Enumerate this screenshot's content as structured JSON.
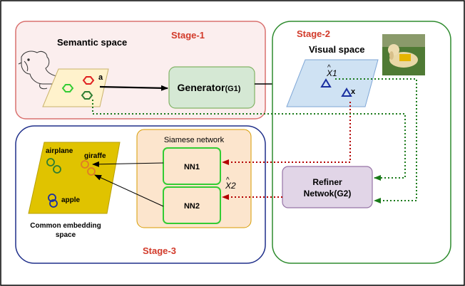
{
  "stages": {
    "stage1": "Stage-1",
    "stage2": "Stage-2",
    "stage3": "Stage-3"
  },
  "semantic_space": {
    "title": "Semantic space",
    "point_label": "a"
  },
  "generator": {
    "label": "Generator",
    "suffix": "(G1)"
  },
  "visual_space": {
    "title": "Visual space",
    "xhat1_base": "X",
    "xhat1_sub": "1",
    "x_label": "x"
  },
  "siamese": {
    "title": "Siamese network",
    "nn1": "NN1",
    "nn2": "NN2",
    "xhat2_base": "X",
    "xhat2_sub": "2"
  },
  "refiner": {
    "line1": "Refiner",
    "line2": "Netwok(G2)"
  },
  "embedding": {
    "labels": [
      "airplane",
      "giraffe",
      "apple"
    ],
    "caption_line1": "Common embedding",
    "caption_line2": "space"
  },
  "colors": {
    "stage1_border": "#d9716f",
    "stage1_fill": "#fbeeee",
    "stage2_border": "#2e8b2e",
    "stage3_border": "#1f2f8a",
    "stage_label": "#d23a2a",
    "generator_fill": "#d5e8d4",
    "generator_border": "#82b366",
    "visual_fill": "#cfe2f3",
    "semantic_fill": "#fff2cc",
    "siamese_fill": "#fce5cd",
    "siamese_border": "#d79b00",
    "nn_border": "#33cc33",
    "refiner_fill": "#e1d5e7",
    "refiner_border": "#9673a6",
    "embedding_fill": "#e0c300",
    "red_dotted": "#b30000",
    "green_dotted": "#1a7a1a"
  }
}
